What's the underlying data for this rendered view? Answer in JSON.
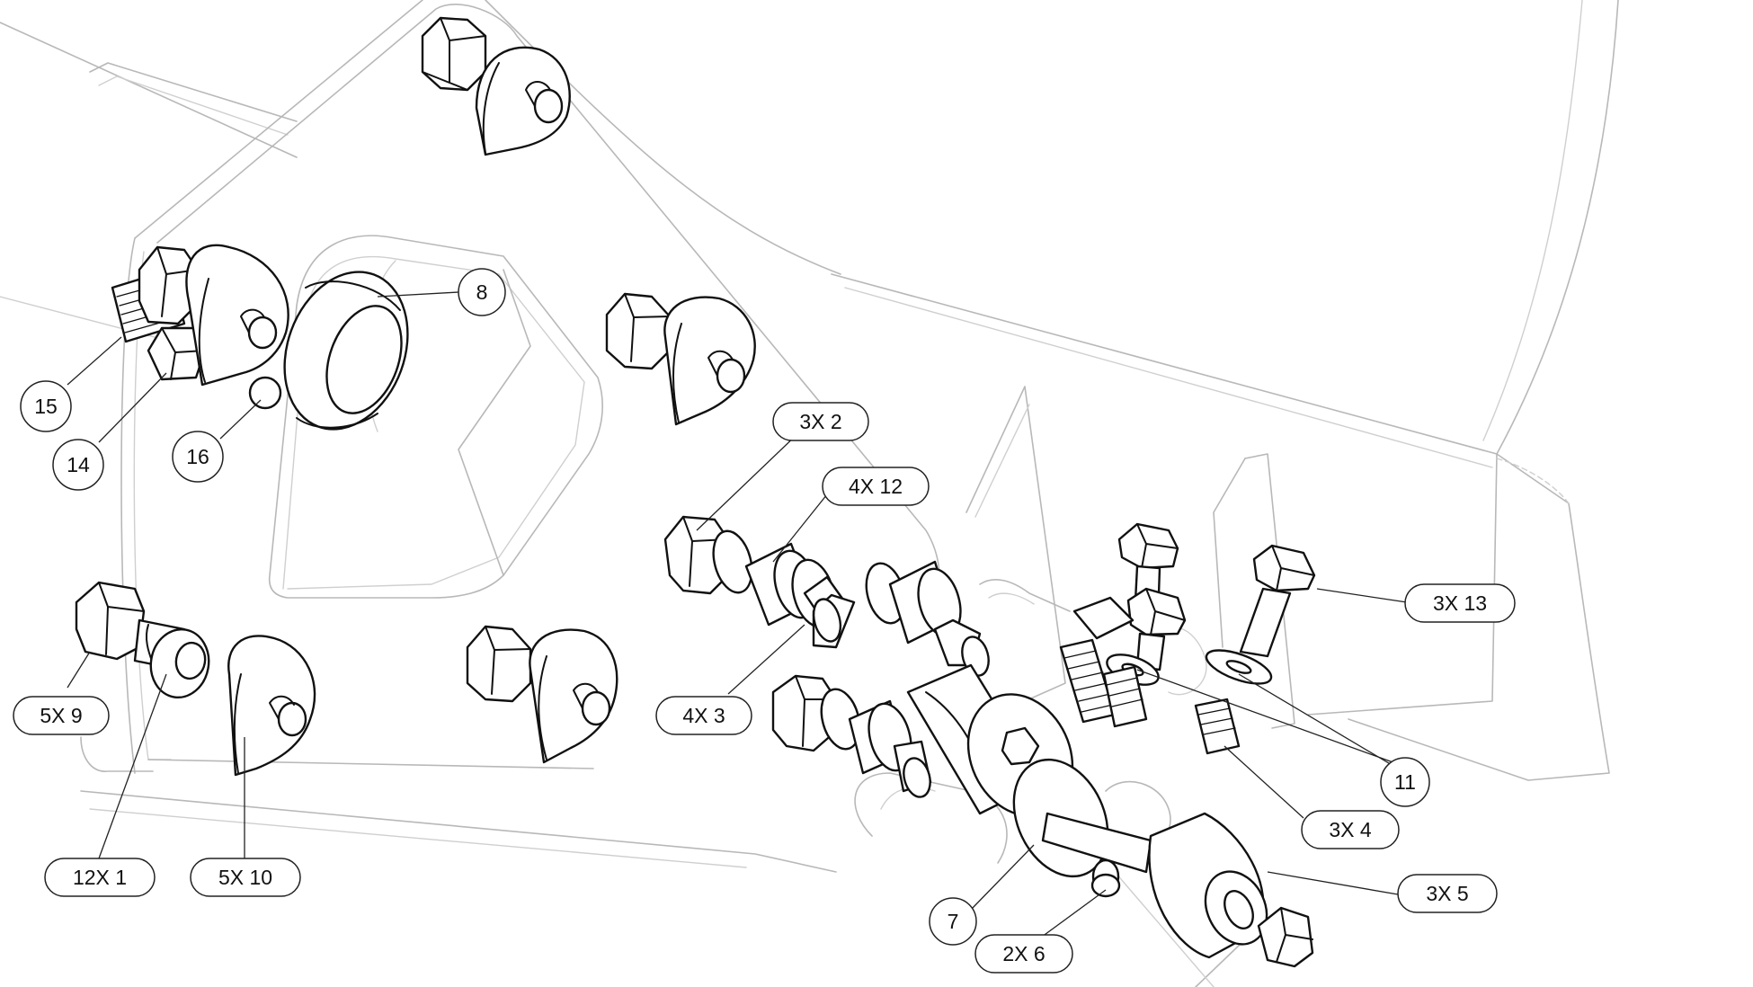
{
  "callouts": [
    {
      "id": "c8",
      "label": "8"
    },
    {
      "id": "c15",
      "label": "15"
    },
    {
      "id": "c14",
      "label": "14"
    },
    {
      "id": "c16",
      "label": "16"
    },
    {
      "id": "c3x2",
      "label": "3X 2"
    },
    {
      "id": "c4x12",
      "label": "4X 12"
    },
    {
      "id": "c3x13",
      "label": "3X 13"
    },
    {
      "id": "c5x9",
      "label": "5X 9"
    },
    {
      "id": "c4x3",
      "label": "4X 3"
    },
    {
      "id": "c11",
      "label": "11"
    },
    {
      "id": "c3x4",
      "label": "3X 4"
    },
    {
      "id": "c12x1",
      "label": "12X 1"
    },
    {
      "id": "c5x10",
      "label": "5X 10"
    },
    {
      "id": "c3x5",
      "label": "3X 5"
    },
    {
      "id": "c7",
      "label": "7"
    },
    {
      "id": "c2x6",
      "label": "2X 6"
    }
  ],
  "colors": {
    "part_stroke": "#111111",
    "ghost_stroke": "#b8b8b8",
    "background": "#ffffff"
  }
}
